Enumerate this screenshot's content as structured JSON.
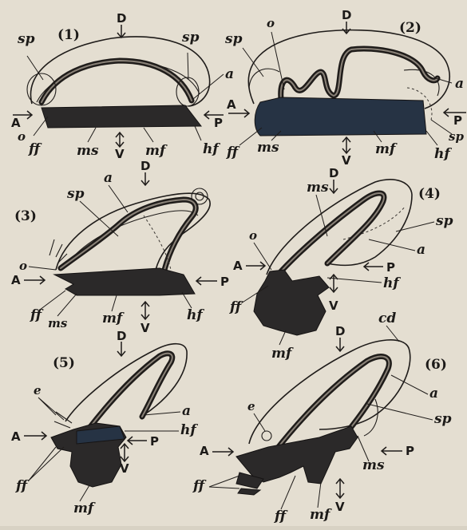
{
  "figures": [
    {
      "number": "(1)",
      "labels": {
        "sp_left": "sp",
        "sp_right": "sp",
        "D": "D",
        "a": "a",
        "A": "A",
        "P": "P",
        "o": "o",
        "ff": "ff",
        "ms": "ms",
        "V": "V",
        "mf": "mf",
        "hf": "hf"
      }
    },
    {
      "number": "(2)",
      "labels": {
        "sp_left": "sp",
        "o": "o",
        "D": "D",
        "a": "a",
        "A": "A",
        "P": "P",
        "sp_right": "sp",
        "ff": "ff",
        "ms": "ms",
        "V": "V",
        "mf": "mf",
        "hf": "hf"
      }
    },
    {
      "number": "(3)",
      "labels": {
        "a": "a",
        "D": "D",
        "sp": "sp",
        "o": "o",
        "A": "A",
        "P": "P",
        "ff": "ff",
        "ms": "ms",
        "mf": "mf",
        "V": "V",
        "hf": "hf"
      }
    },
    {
      "number": "(4)",
      "labels": {
        "ms": "ms",
        "D": "D",
        "sp": "sp",
        "o": "o",
        "a": "a",
        "A": "A",
        "P": "P",
        "hf": "hf",
        "V": "V",
        "ff": "ff",
        "mf": "mf"
      }
    },
    {
      "number": "(5)",
      "labels": {
        "D": "D",
        "e": "e",
        "A": "A",
        "a": "a",
        "hf": "hf",
        "P": "P",
        "V": "V",
        "ff": "ff",
        "mf": "mf"
      }
    },
    {
      "number": "(6)",
      "labels": {
        "D": "D",
        "cd": "cd",
        "a": "a",
        "sp": "sp",
        "e": "e",
        "A": "A",
        "P": "P",
        "ms": "ms",
        "ff_left": "ff",
        "ff_bottom": "ff",
        "mf": "mf",
        "V": "V"
      }
    }
  ],
  "colors": {
    "paper": "#e4ded1",
    "ink": "#1f1c1a",
    "foot": "#2b2929",
    "foot_blue": "#263344"
  }
}
